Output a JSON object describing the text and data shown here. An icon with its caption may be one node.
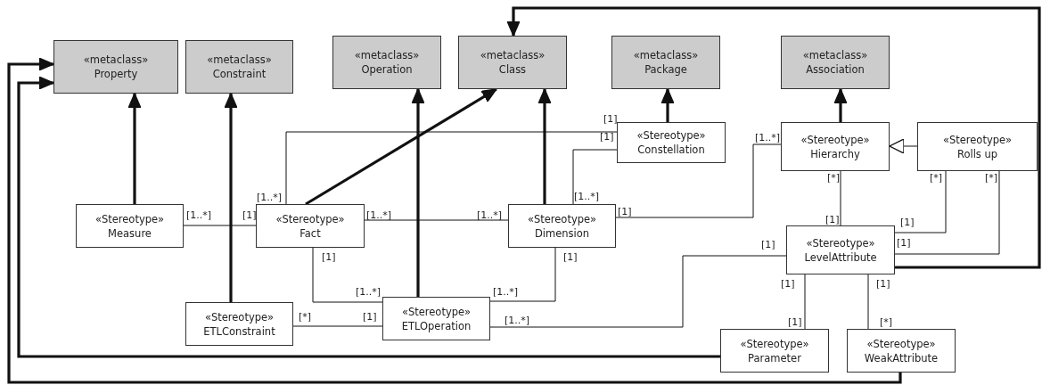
{
  "diagram": {
    "nodes": [
      {
        "text": [
          "«metaclass»",
          "Property"
        ]
      },
      {
        "text": [
          "«metaclass»",
          "Constraint"
        ]
      },
      {
        "text": [
          "«metaclass»",
          "Operation"
        ]
      },
      {
        "text": [
          "«metaclass»",
          "Class"
        ]
      },
      {
        "text": [
          "«metaclass»",
          "Package"
        ]
      },
      {
        "text": [
          "«metaclass»",
          "Association"
        ]
      },
      {
        "text": [
          "«Stereotype»",
          "Constellation"
        ]
      },
      {
        "text": [
          "«Stereotype»",
          "Hierarchy"
        ]
      },
      {
        "text": [
          "«Stereotype»",
          "Rolls up"
        ]
      },
      {
        "text": [
          "«Stereotype»",
          "Measure"
        ]
      },
      {
        "text": [
          "«Stereotype»",
          "Fact"
        ]
      },
      {
        "text": [
          "«Stereotype»",
          "Dimension"
        ]
      },
      {
        "text": [
          "«Stereotype»",
          "LevelAttribute"
        ]
      },
      {
        "text": [
          "«Stereotype»",
          "ETLConstraint"
        ]
      },
      {
        "text": [
          "«Stereotype»",
          "ETLOperation"
        ]
      },
      {
        "text": [
          "«Stereotype»",
          "Parameter"
        ]
      },
      {
        "text": [
          "«Stereotype»",
          "WeakAttribute"
        ]
      }
    ],
    "edges": [
      {
        "from": 9,
        "to": 0,
        "arrow": "to",
        "style": "thick"
      },
      {
        "from": 13,
        "to": 1,
        "arrow": "to",
        "style": "thick"
      },
      {
        "from": 14,
        "to": 2,
        "arrow": "to",
        "style": "thick"
      },
      {
        "from": 10,
        "to": 3,
        "arrow": "to",
        "style": "thick"
      },
      {
        "from": 11,
        "to": 3,
        "arrow": "to",
        "style": "thick"
      },
      {
        "from": 6,
        "to": 4,
        "arrow": "to",
        "style": "thick"
      },
      {
        "from": 7,
        "to": 5,
        "arrow": "to",
        "style": "thick"
      },
      {
        "from": 8,
        "to": 7,
        "arrow": "to"
      },
      {
        "from": 12,
        "to": 3,
        "arrow": "to",
        "style": "thick"
      },
      {
        "from": 15,
        "to": 0,
        "arrow": "to",
        "style": "thick"
      },
      {
        "from": 16,
        "to": 0,
        "arrow": "to",
        "style": "thick"
      },
      {
        "from": 10,
        "to": 9,
        "arrow": "other"
      },
      {
        "from": 6,
        "to": 10,
        "arrow": "other"
      },
      {
        "from": 6,
        "to": 11,
        "arrow": "other"
      },
      {
        "from": 10,
        "to": 11,
        "arrow": "none"
      },
      {
        "from": 11,
        "to": 7,
        "arrow": "none"
      },
      {
        "from": 7,
        "to": 12,
        "arrow": "none"
      },
      {
        "from": 8,
        "to": 12,
        "arrow": "none"
      },
      {
        "from": 8,
        "to": 12,
        "arrow": "none"
      },
      {
        "from": 12,
        "to": 14,
        "arrow": "other"
      },
      {
        "from": 10,
        "to": 14,
        "arrow": "other"
      },
      {
        "from": 11,
        "to": 14,
        "arrow": "other"
      },
      {
        "from": 13,
        "to": 14,
        "arrow": "none"
      },
      {
        "from": 12,
        "to": 15,
        "arrow": "other"
      },
      {
        "from": 12,
        "to": 16,
        "arrow": "other"
      }
    ],
    "labels": [
      "[1]",
      "[1]",
      "[1..*]",
      "[*]",
      "[*]",
      "[*]",
      "[1..*]",
      "[1..*]",
      "[1..*]",
      "[1]",
      "[1..*]",
      "[1..*]",
      "[1]",
      "[1]",
      "[1]",
      "[1]",
      "[1]",
      "[1]",
      "[1]",
      "[1]",
      "[1]",
      "[1..*]",
      "[1..*]",
      "[*]",
      "[1]",
      "[1..*]",
      "[1]",
      "[*]"
    ]
  }
}
